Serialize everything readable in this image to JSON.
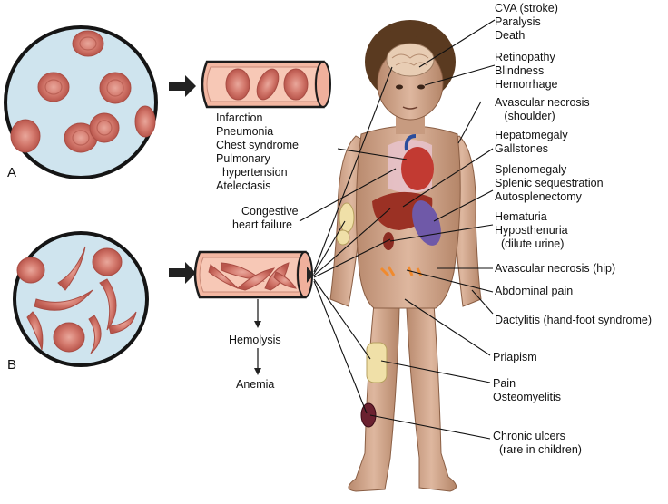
{
  "panels": {
    "a": "A",
    "b": "B"
  },
  "vessel_a_complications": [
    "Infarction",
    "Pneumonia",
    "Chest syndrome",
    "Pulmonary",
    "  hypertension",
    "Atelectasis"
  ],
  "vessel_b_sequence": {
    "first": "Hemolysis",
    "second": "Anemia"
  },
  "left_labels": {
    "chf_1": "Congestive",
    "chf_2": "heart failure"
  },
  "right_labels": {
    "stroke": [
      "CVA (stroke)",
      "Paralysis",
      "Death"
    ],
    "eye": [
      "Retinopathy",
      "Blindness",
      "Hemorrhage"
    ],
    "shoulder": [
      "Avascular necrosis",
      "   (shoulder)"
    ],
    "liver": [
      "Hepatomegaly",
      "Gallstones"
    ],
    "spleen": [
      "Splenomegaly",
      "Splenic sequestration",
      "Autosplenectomy"
    ],
    "kidney": [
      "Hematuria",
      "Hyposthenuria",
      "  (dilute urine)"
    ],
    "hip": "Avascular necrosis (hip)",
    "abdomen": "Abdominal pain",
    "hand": "Dactylitis (hand-foot syndrome)",
    "priapism": "Priapism",
    "bone": [
      "Pain",
      "Osteomyelitis"
    ],
    "ulcer": [
      "Chronic ulcers",
      "  (rare in children)"
    ]
  },
  "colors": {
    "plasma": "#cfe4ee",
    "rbc": "#c9625a",
    "vessel": "#f3b7a2",
    "skin": "#d3a88e"
  }
}
